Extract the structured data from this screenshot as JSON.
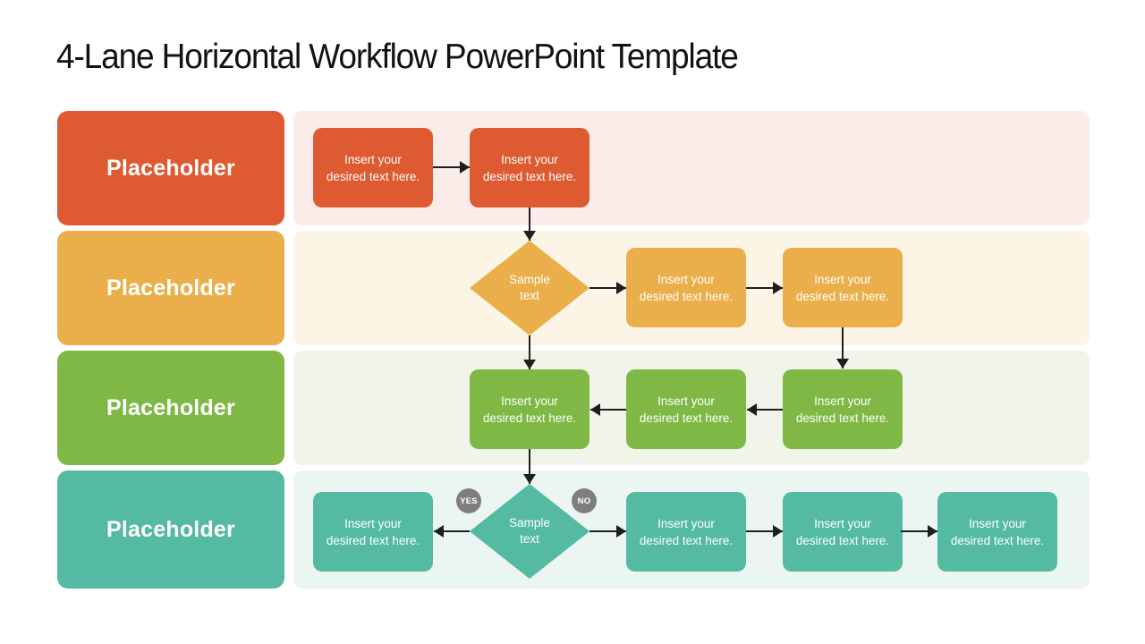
{
  "slide": {
    "title": "4-Lane Horizontal Workflow PowerPoint Template"
  },
  "decision_badges": {
    "yes": "YES",
    "no": "NO"
  },
  "arrow_color": "#1E1E1E",
  "badge_color": "#7E7E7E",
  "lanes": [
    {
      "label": "Placeholder",
      "accent": "#DE5B31",
      "background": "#FAEDE9",
      "nodes": [
        {
          "type": "box",
          "text": "Insert your desired text here."
        },
        {
          "type": "box",
          "text": "Insert your desired text here."
        }
      ]
    },
    {
      "label": "Placeholder",
      "accent": "#EAAF4A",
      "background": "#FCF5E6",
      "nodes": [
        {
          "type": "diamond",
          "text": "Sample text"
        },
        {
          "type": "box",
          "text": "Insert your desired text here."
        },
        {
          "type": "box",
          "text": "Insert your desired text here."
        }
      ]
    },
    {
      "label": "Placeholder",
      "accent": "#7FB845",
      "background": "#F1F5E9",
      "nodes": [
        {
          "type": "box",
          "text": "Insert your desired text here."
        },
        {
          "type": "box",
          "text": "Insert your desired text here."
        },
        {
          "type": "box",
          "text": "Insert your desired text here."
        }
      ]
    },
    {
      "label": "Placeholder",
      "accent": "#54BAA1",
      "background": "#EBF5F1",
      "nodes": [
        {
          "type": "box",
          "text": "Insert your desired text here."
        },
        {
          "type": "diamond",
          "text": "Sample text"
        },
        {
          "type": "box",
          "text": "Insert your desired text here."
        },
        {
          "type": "box",
          "text": "Insert your desired text here."
        },
        {
          "type": "box",
          "text": "Insert your desired text here."
        }
      ]
    }
  ]
}
